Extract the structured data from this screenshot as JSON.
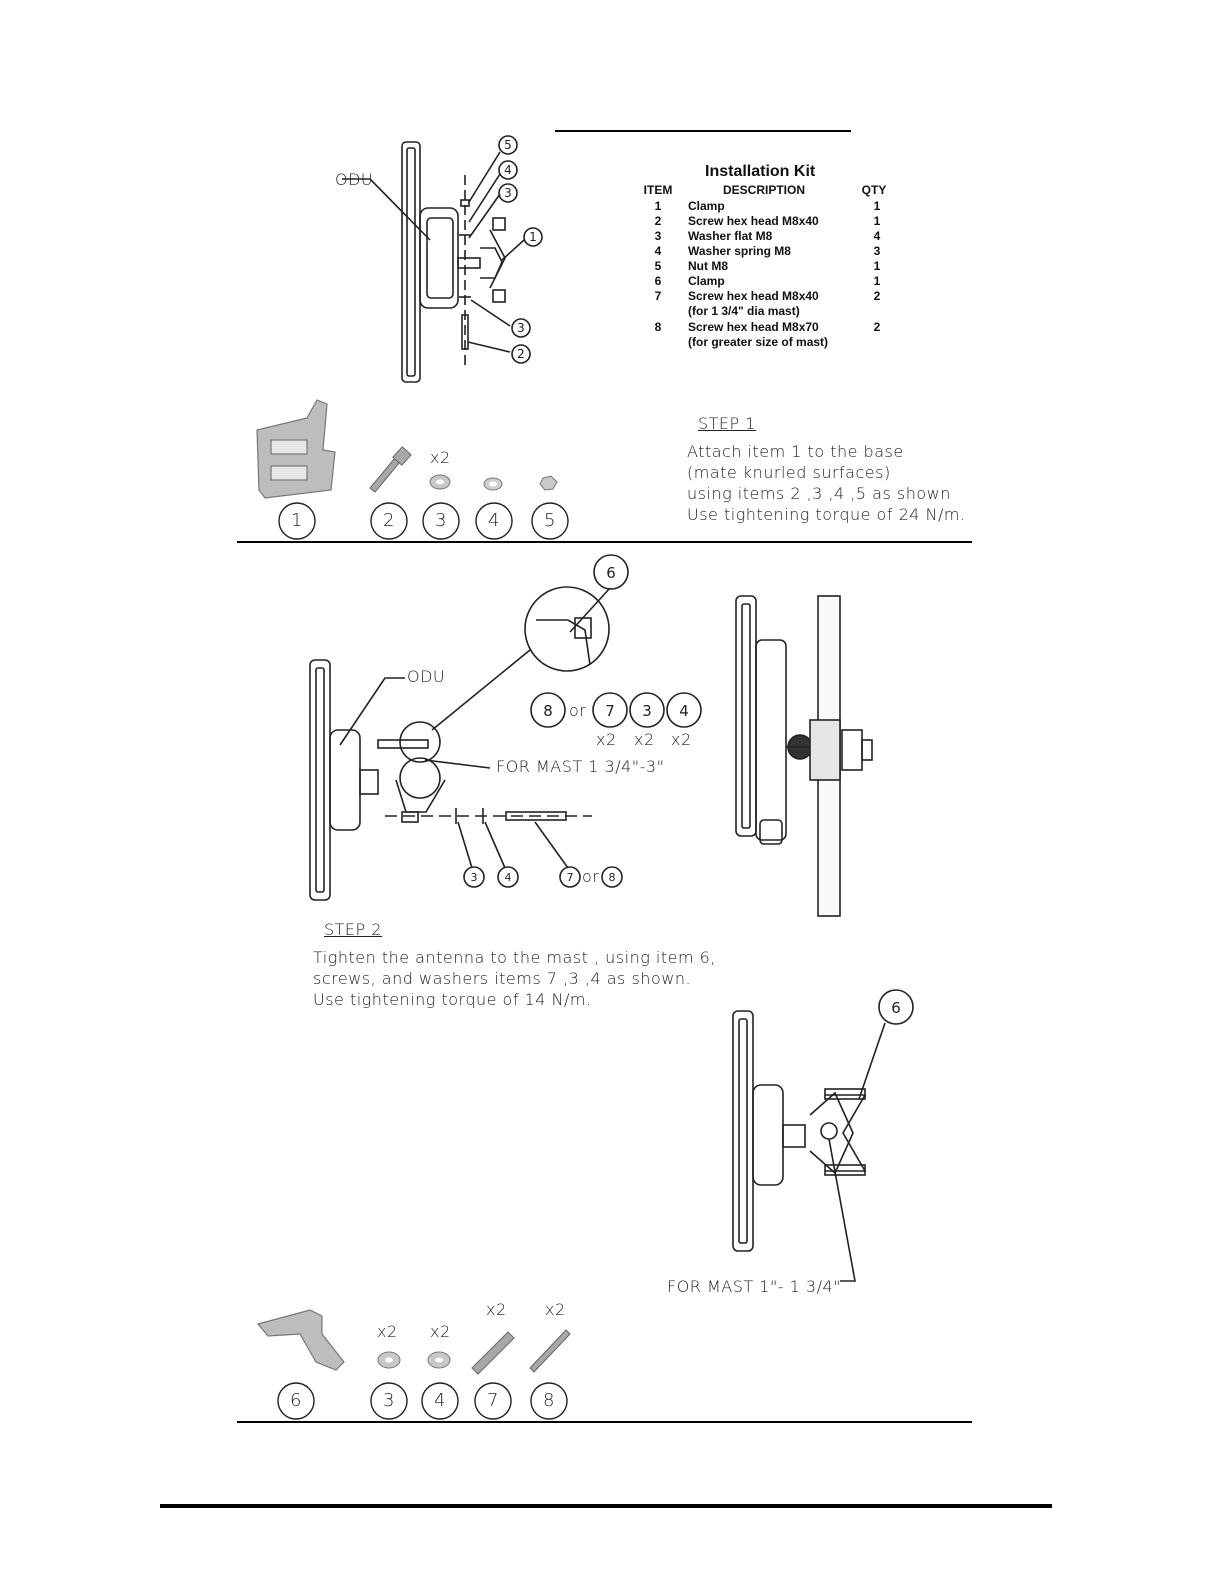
{
  "kit": {
    "title": "Installation Kit",
    "headers": {
      "item": "ITEM",
      "description": "DESCRIPTION",
      "qty": "QTY"
    },
    "rows": [
      {
        "item": "1",
        "description": "Clamp",
        "qty": "1"
      },
      {
        "item": "2",
        "description": "Screw hex head M8x40",
        "qty": "1"
      },
      {
        "item": "3",
        "description": "Washer flat M8",
        "qty": "4"
      },
      {
        "item": "4",
        "description": "Washer spring M8",
        "qty": "3"
      },
      {
        "item": "5",
        "description": "Nut M8",
        "qty": "1"
      },
      {
        "item": "6",
        "description": "Clamp",
        "qty": "1"
      },
      {
        "item": "7",
        "description": "Screw hex head M8x40",
        "qty": "2"
      },
      {
        "item": "",
        "description": "(for 1 3/4\" dia mast)",
        "qty": ""
      },
      {
        "item": "8",
        "description": "Screw hex head M8x70",
        "qty": "2"
      },
      {
        "item": "",
        "description": "(for greater size of mast)",
        "qty": ""
      }
    ]
  },
  "step1": {
    "title": "STEP 1",
    "lines": [
      "Attach item 1 to the base",
      "(mate knurled surfaces)",
      "using items 2 ,3 ,4 ,5 as shown",
      "Use tightening torque of 24 N/m."
    ],
    "parts": [
      "1",
      "2",
      "3",
      "4",
      "5"
    ],
    "qty_label": "x2"
  },
  "step2": {
    "title": "STEP 2",
    "lines": [
      "Tighten the antenna to the mast , using item 6,",
      "screws, and washers items 7 ,3 ,4 as shown.",
      "Use tightening torque of 14 N/m."
    ],
    "parts": [
      {
        "num": "6",
        "qty": ""
      },
      {
        "num": "3",
        "qty": "x2"
      },
      {
        "num": "4",
        "qty": "x2"
      },
      {
        "num": "7",
        "qty": "x2"
      },
      {
        "num": "8",
        "qty": "x2"
      }
    ]
  },
  "diagram_labels": {
    "odu": "ODU",
    "mast_large": "FOR MAST 1 3/4\"-3\"",
    "mast_small": "FOR MAST 1\"- 1 3/4\"",
    "or": "or",
    "x2": "x2"
  }
}
